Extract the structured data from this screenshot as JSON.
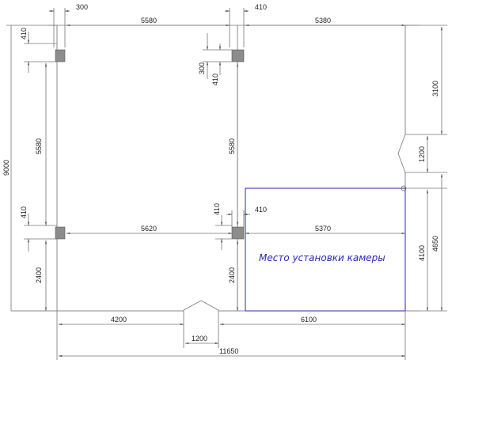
{
  "dimensions": {
    "top_col_a": "300",
    "top_span_left": "5580",
    "top_col_b": "410",
    "top_span_right": "5380",
    "left_top_410": "410",
    "left_mid_5580": "5580",
    "left_bottom_410": "410",
    "left_bottom_2400": "2400",
    "overall_height": "9000",
    "mid_col_300": "300",
    "mid_col_410": "410",
    "mid_vert_5580": "5580",
    "mid_low_410": "410",
    "mid_low_410_h": "410",
    "mid_span_left": "5620",
    "mid_span_right": "5370",
    "mid_low_2400": "2400",
    "right_3100": "3100",
    "right_1200": "1200",
    "right_4100": "4100",
    "right_4650": "4650",
    "bottom_4200": "4200",
    "bottom_6100": "6100",
    "bottom_1200": "1200",
    "bottom_total": "11650"
  },
  "labels": {
    "camera_area": "Место установки камеры"
  },
  "colors": {
    "column_fill": "#8c8c8c",
    "camera_box": "#2a2ab0",
    "line": "#777777"
  }
}
